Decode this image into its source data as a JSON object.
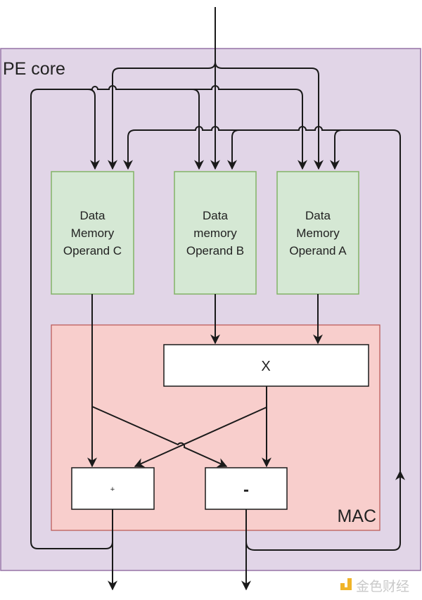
{
  "diagram": {
    "colors": {
      "pe_core_fill": "#e1d5e7",
      "pe_core_stroke": "#9673a6",
      "memory_fill": "#d5e8d4",
      "memory_stroke": "#82b366",
      "mac_fill": "#f8cecc",
      "mac_stroke": "#b85450",
      "op_fill": "#ffffff",
      "op_stroke": "#1a1a1a",
      "wire": "#1a1a1a",
      "watermark_accent": "#f0b429"
    },
    "containers": {
      "pe_core": {
        "label": "PE core"
      },
      "mac": {
        "label": "MAC"
      }
    },
    "memories": [
      {
        "id": "mem-c",
        "lines": [
          "Data",
          "Memory",
          "Operand C"
        ]
      },
      {
        "id": "mem-b",
        "lines": [
          "Data",
          "memory",
          "Operand B"
        ]
      },
      {
        "id": "mem-a",
        "lines": [
          "Data",
          "Memory",
          "Operand A"
        ]
      }
    ],
    "operators": {
      "multiply": {
        "label": "X"
      },
      "add": {
        "label": "+"
      },
      "subtract": {
        "label": "-"
      }
    },
    "edges": [
      {
        "from": "external-input",
        "to": [
          "mem-c",
          "mem-b",
          "mem-a"
        ]
      },
      {
        "from": "add",
        "to": [
          "mem-c",
          "mem-b",
          "mem-a"
        ],
        "via": "feedback-left"
      },
      {
        "from": "subtract",
        "to": [
          "mem-c",
          "mem-b",
          "mem-a"
        ],
        "via": "feedback-right"
      },
      {
        "from": "mem-b",
        "to": "multiply"
      },
      {
        "from": "mem-a",
        "to": "multiply"
      },
      {
        "from": "mem-c",
        "to": [
          "add",
          "subtract"
        ]
      },
      {
        "from": "multiply",
        "to": [
          "add",
          "subtract"
        ]
      },
      {
        "from": "add",
        "to": "output-1"
      },
      {
        "from": "subtract",
        "to": "output-2"
      }
    ],
    "watermark": {
      "text": "金色财经"
    }
  }
}
